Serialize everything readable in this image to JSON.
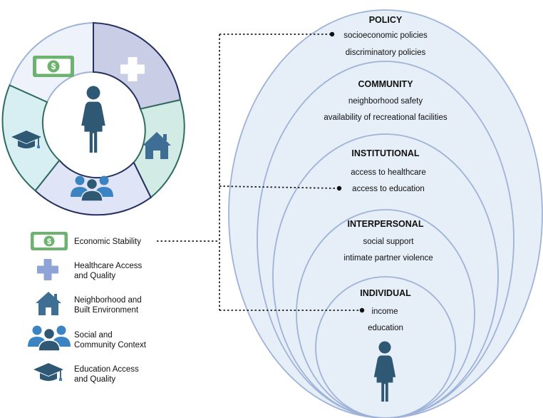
{
  "levels": [
    {
      "title": "POLICY",
      "items": [
        "socioeconomic policies",
        "discriminatory policies"
      ]
    },
    {
      "title": "COMMUNITY",
      "items": [
        "neighborhood safety",
        "availability of recreational facilities"
      ]
    },
    {
      "title": "INSTITUTIONAL",
      "items": [
        "access to healthcare",
        "access to education"
      ]
    },
    {
      "title": "INTERPERSONAL",
      "items": [
        "social support",
        "intimate partner violence"
      ]
    },
    {
      "title": "INDIVIDUAL",
      "items": [
        "income",
        "education"
      ]
    }
  ],
  "legend": [
    {
      "line1": "Economic Stability",
      "line2": ""
    },
    {
      "line1": "Healthcare Access",
      "line2": "and Quality"
    },
    {
      "line1": "Neighborhood and",
      "line2": "Built Environment"
    },
    {
      "line1": "Social and",
      "line2": "Community Context"
    },
    {
      "line1": "Education Access",
      "line2": "and Quality"
    }
  ],
  "colors": {
    "ellipse_fill": "#e6eef8",
    "ellipse_stroke": "#9fb2d8",
    "person": "#2f5874",
    "economic": "#6db36f",
    "economic_bg": "#eef3fb",
    "healthcare": "#c9cde6",
    "healthcare_icon": "#8fa3d6",
    "neighborhood": "#d2ece5",
    "neighborhood_icon": "#3f6e94",
    "social": "#dfe4f6",
    "social_icon": "#3b83c1",
    "education": "#d7eef3",
    "education_icon": "#2f5874"
  },
  "icons": [
    "money-icon",
    "plus-icon",
    "house-icon",
    "people-icon",
    "graduation-cap-icon",
    "person-icon"
  ]
}
